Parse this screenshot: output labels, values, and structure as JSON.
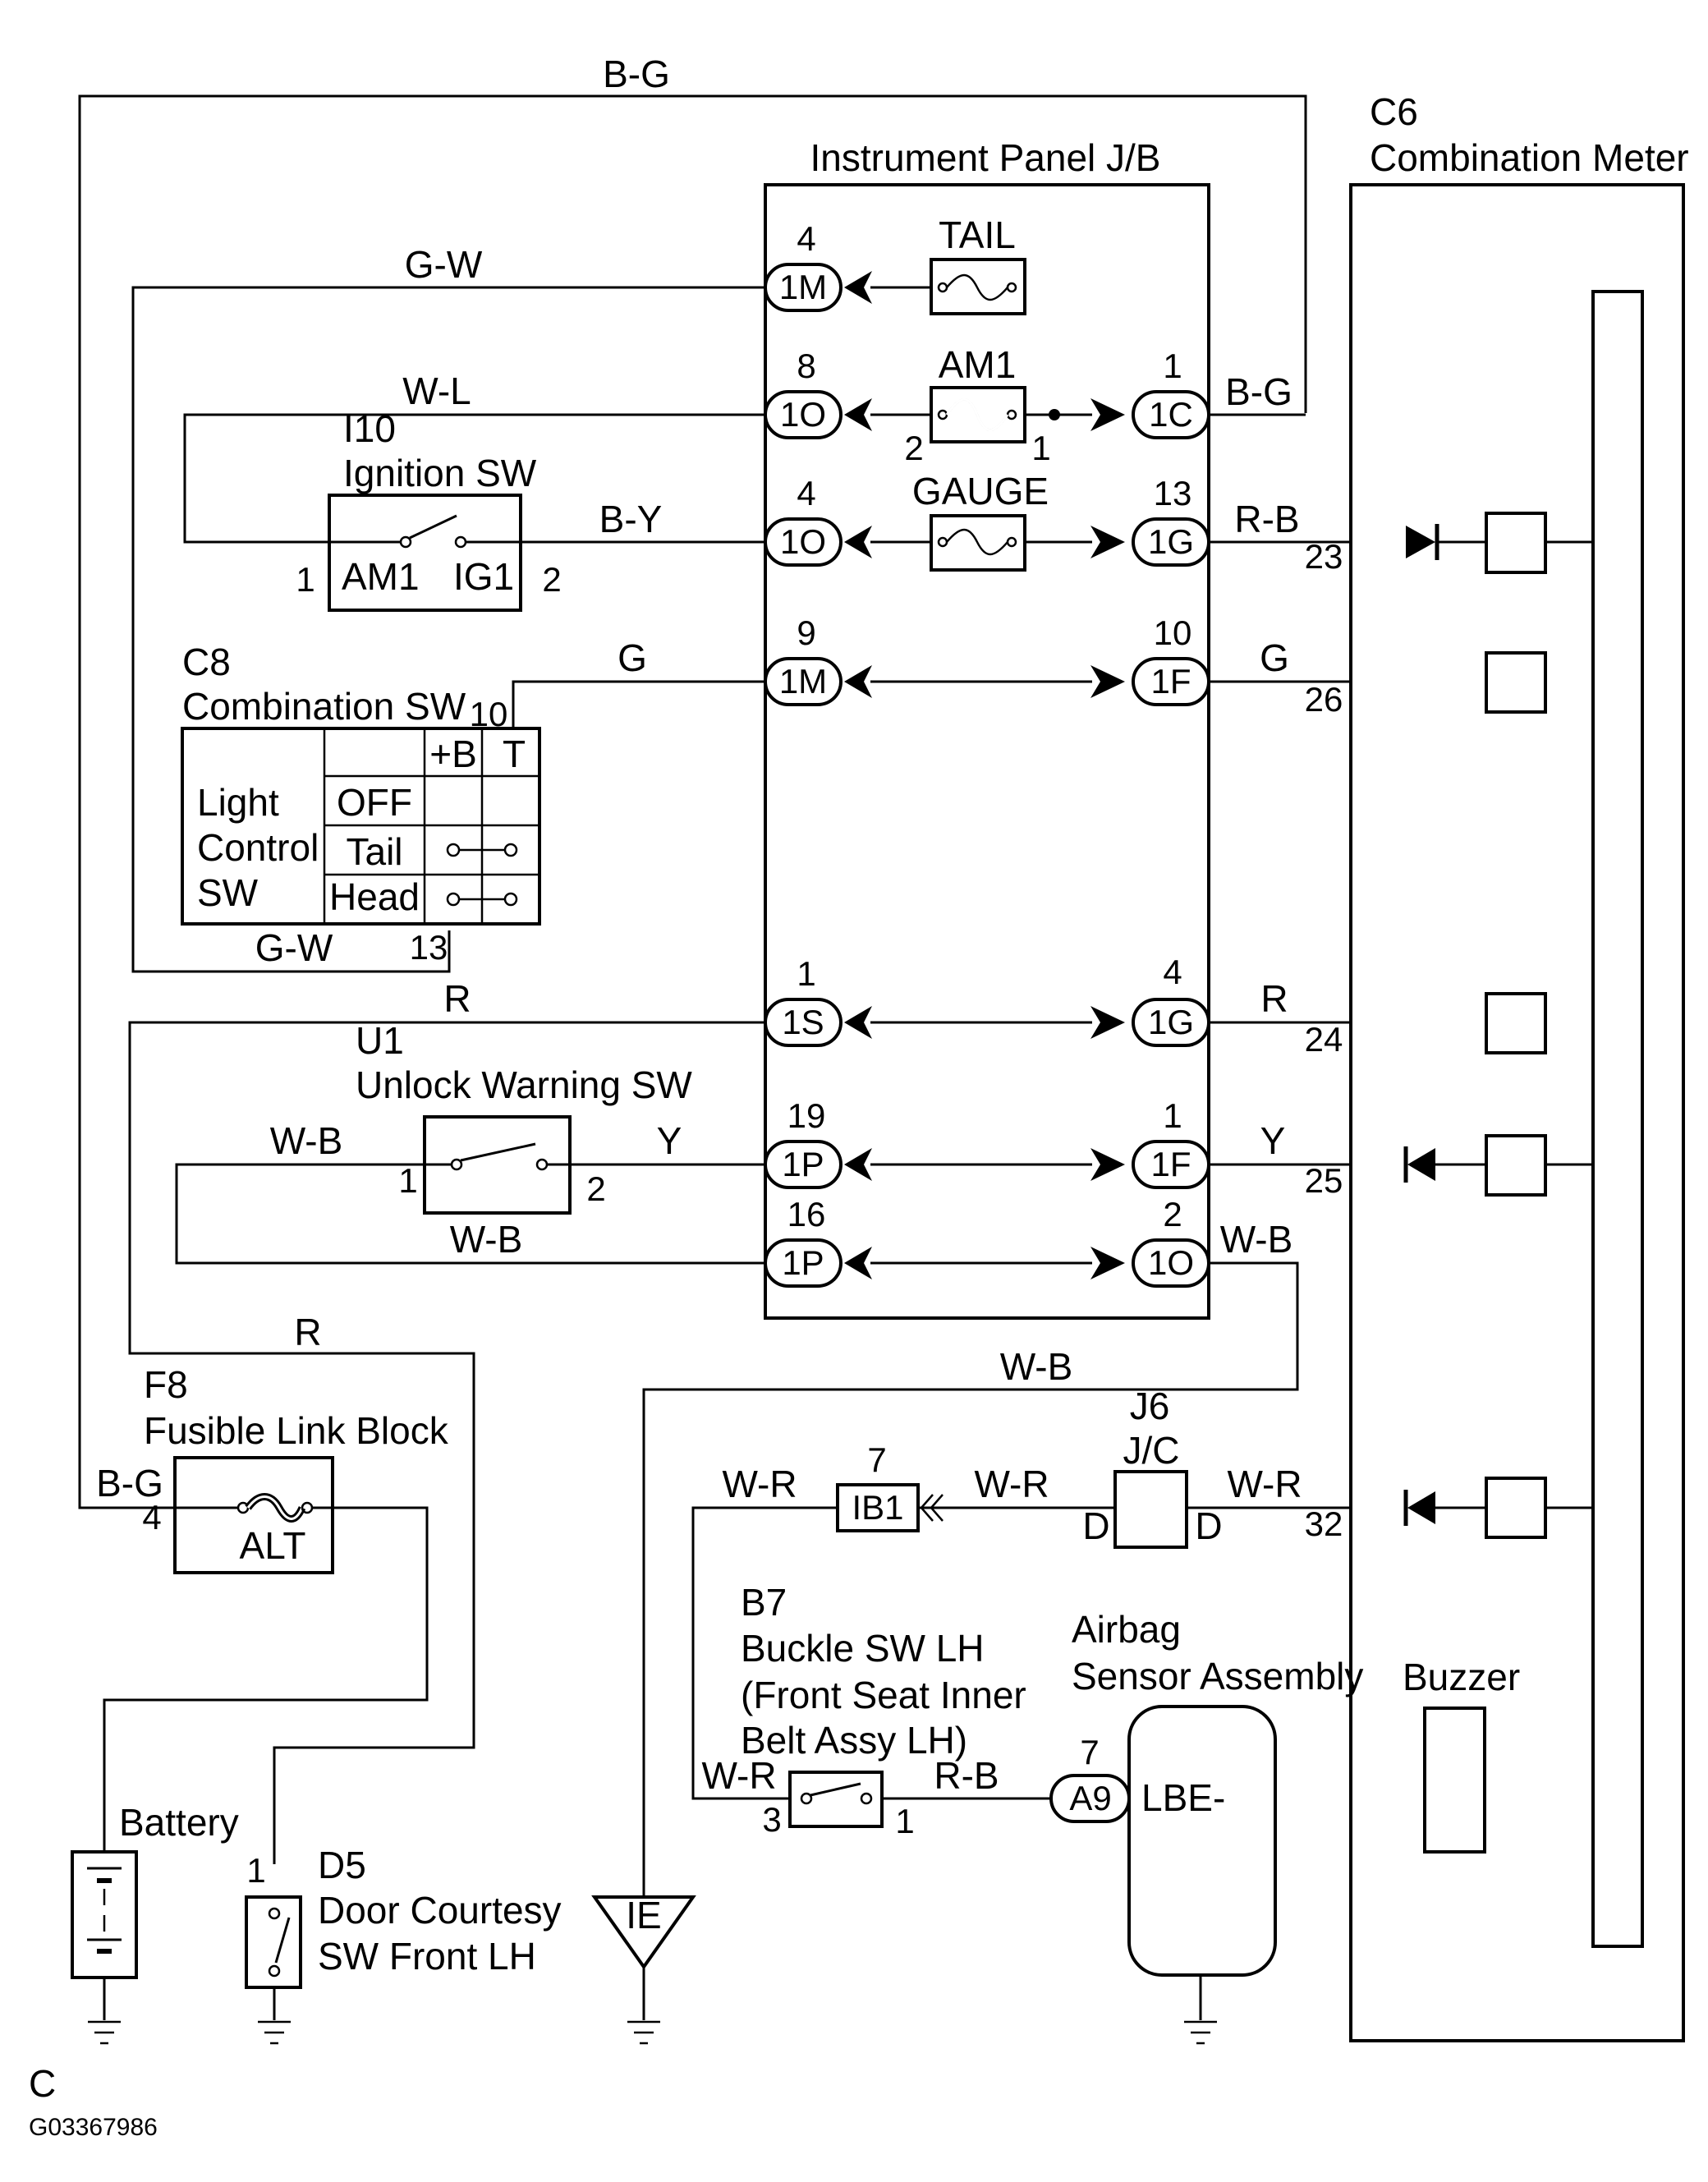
{
  "components": {
    "instrument_panel_jb": "Instrument Panel J/B",
    "c6_code": "C6",
    "c6_name": "Combination Meter",
    "i10_code": "I10",
    "i10_name": "Ignition SW",
    "c8_code": "C8",
    "c8_name": "Combination SW",
    "u1_code": "U1",
    "u1_name": "Unlock Warning SW",
    "f8_code": "F8",
    "f8_name": "Fusible Link Block",
    "j6_code": "J6",
    "j6_name": "J/C",
    "b7_code": "B7",
    "b7_line1": "Buckle SW LH",
    "b7_line2": "(Front Seat Inner",
    "b7_line3": "Belt Assy LH)",
    "airbag_line1": "Airbag",
    "airbag_line2": "Sensor Assembly",
    "buzzer": "Buzzer",
    "battery": "Battery",
    "d5_code": "D5",
    "d5_line1": "Door Courtesy",
    "d5_line2": "SW Front LH",
    "ground_ie": "IE",
    "alt": "ALT",
    "lbe": "LBE-",
    "ib1": "IB1",
    "a9": "A9"
  },
  "fuses": {
    "tail": "TAIL",
    "am1": "AM1",
    "gauge": "GAUGE"
  },
  "connectors": {
    "left": [
      "1M",
      "1O",
      "1O",
      "1M",
      "1S",
      "1P",
      "1P"
    ],
    "right": [
      "1C",
      "1G",
      "1F",
      "1G",
      "1F",
      "1O"
    ]
  },
  "pins": {
    "l1": "4",
    "l2": "8",
    "l3": "4",
    "l4": "9",
    "l5": "1",
    "l6": "19",
    "l7": "16",
    "r1": "1",
    "r2": "13",
    "r3": "10",
    "r4": "4",
    "r5": "1",
    "r6": "2",
    "am1_a": "2",
    "am1_b": "1",
    "m23": "23",
    "m26": "26",
    "m24": "24",
    "m25": "25",
    "m32": "32",
    "ig_1": "1",
    "ig_2": "2",
    "c8_10": "10",
    "c8_13": "13",
    "u1_1": "1",
    "u1_2": "2",
    "f8_4": "4",
    "ib1_7": "7",
    "a9_7": "7",
    "b7_3": "3",
    "b7_1": "1",
    "d5_1": "1",
    "j6_d1": "D",
    "j6_d2": "D"
  },
  "wires": {
    "bg": "B-G",
    "gw": "G-W",
    "wl": "W-L",
    "by": "B-Y",
    "g": "G",
    "r": "R",
    "wb": "W-B",
    "y": "Y",
    "rb": "R-B",
    "wr": "W-R"
  },
  "ignition": {
    "am1": "AM1",
    "ig1": "IG1"
  },
  "light_table": {
    "col_b": "+B",
    "col_t": "T",
    "label1": "Light",
    "label2": "Control",
    "label3": "SW",
    "rows": [
      "OFF",
      "Tail",
      "Head"
    ]
  },
  "footer": {
    "letter": "C",
    "code": "G03367986"
  }
}
